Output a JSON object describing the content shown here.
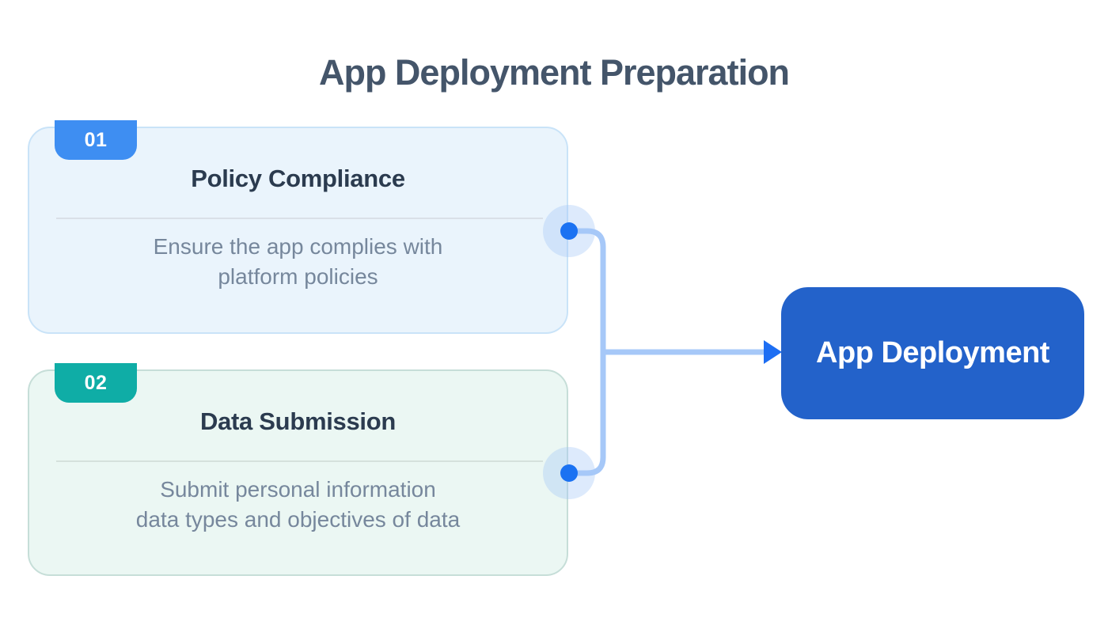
{
  "title": "App Deployment Preparation",
  "title_color": "#44556A",
  "steps": [
    {
      "number": "01",
      "title": "Policy Compliance",
      "description_line1": "Ensure the app complies with",
      "description_line2": "platform policies",
      "accent_color": "#3E8EF2",
      "background_color": "#EAF4FC",
      "border_color": "#C9E3F8"
    },
    {
      "number": "02",
      "title": "Data Submission",
      "description_line1": "Submit personal information",
      "description_line2": "data types and objectives of data",
      "accent_color": "#0FADA6",
      "background_color": "#EBF7F3",
      "border_color": "#C6DED8"
    }
  ],
  "result": {
    "label": "App Deployment",
    "background_color": "#2362CA",
    "text_color": "#FFFFFF"
  },
  "connector": {
    "line_color": "#A6C8F8",
    "dot_color": "#1B72F2",
    "arrow_color": "#1D6EF3"
  }
}
